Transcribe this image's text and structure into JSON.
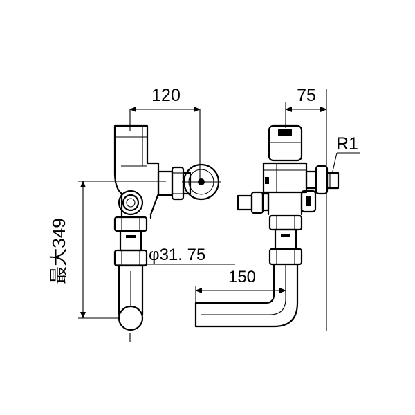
{
  "dimensions": {
    "front_width": "120",
    "side_width": "75",
    "max_height": "最大349",
    "pipe_diameter": "φ31. 75",
    "pipe_length": "150",
    "thread": "R1"
  }
}
